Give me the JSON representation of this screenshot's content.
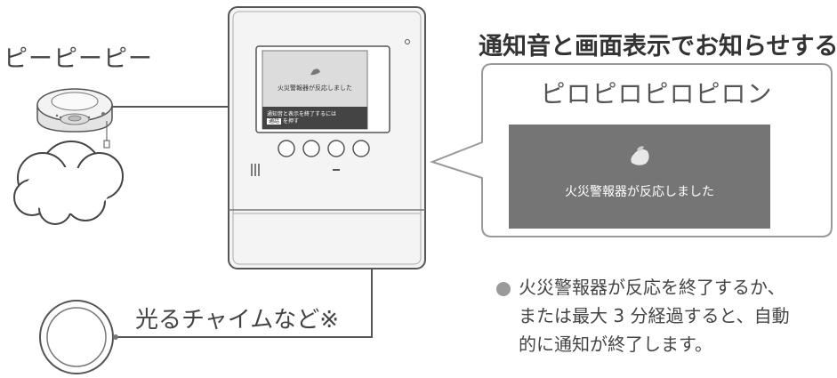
{
  "alarm": {
    "sound_text": "ピーピーピー"
  },
  "monitor": {
    "small_screen_message": "火災警報器が反応しました",
    "prompt_line1": "通知音と表示を終了するには",
    "prompt_key": "通話",
    "prompt_line2_suffix": "を押す"
  },
  "chime": {
    "label": "光るチャイムなど※"
  },
  "callout": {
    "headline": "通知音と画面表示でお知らせする",
    "sound_text": "ピロピロピロピロン",
    "screen_message": "火災警報器が反応しました"
  },
  "note": {
    "line1": "火災警報器が反応を終了するか、",
    "line2": "または最大 3 分経過すると、自動",
    "line3": "的に通知が終了します。"
  },
  "colors": {
    "screen_gray": "#757575",
    "small_screen_bg": "#dcdcdc",
    "line": "#555555",
    "callout_border": "#999999",
    "bullet": "#9a9a9a"
  }
}
